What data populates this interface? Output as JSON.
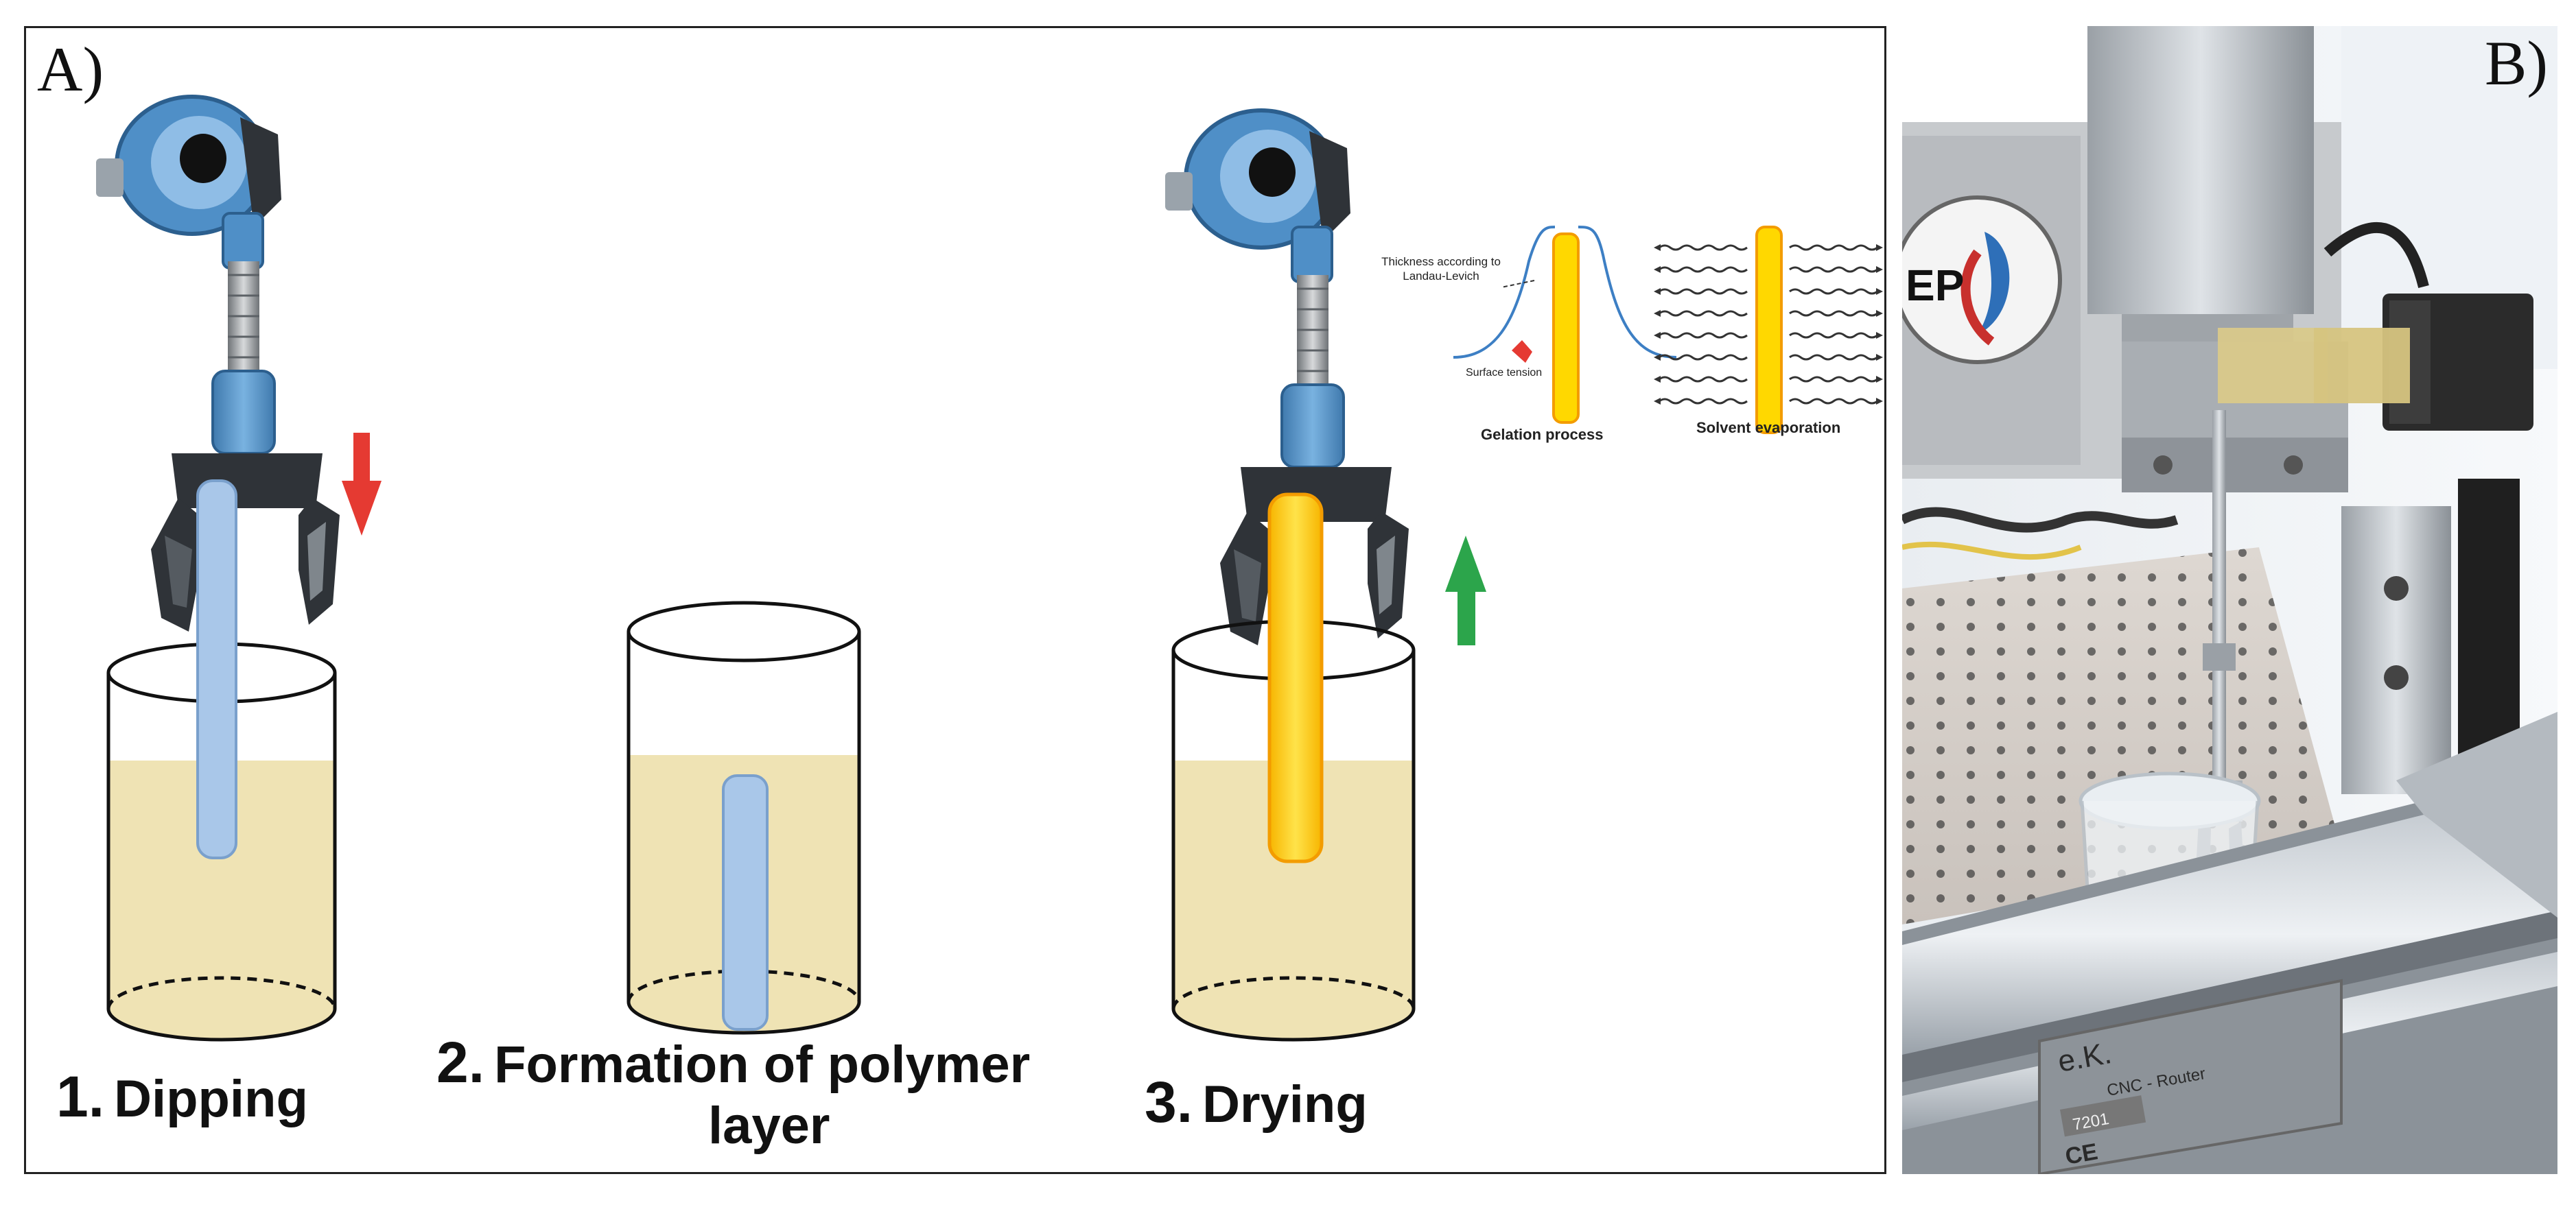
{
  "panel_a": {
    "letter": "A)",
    "steps": [
      {
        "number": "1.",
        "label": "Dipping"
      },
      {
        "number": "2.",
        "label": "Formation of polymer",
        "label_line2": "layer"
      },
      {
        "number": "3.",
        "label": "Drying"
      }
    ],
    "annotations": {
      "thickness_line1": "Thickness according to",
      "thickness_line2": "Landau-Levich",
      "surface_tension": "Surface tension",
      "gelation": "Gelation process",
      "evaporation": "Solvent evaporation"
    },
    "colors": {
      "liquid": "#efe3b4",
      "substrate_blue": "#a9c7e9",
      "substrate_yellow": "#ffd800",
      "arrow_down": "#e53a32",
      "arrow_up": "#2ca54b",
      "arm_blue": "#5c9bd1",
      "gripper_dark": "#2f3338"
    }
  },
  "panel_b": {
    "letter": "B)",
    "logo_text": "EP",
    "plate_text": "e.K.",
    "plate_subtext": "CNC - Router",
    "plate_number": "7201",
    "ce_mark": "CE"
  }
}
